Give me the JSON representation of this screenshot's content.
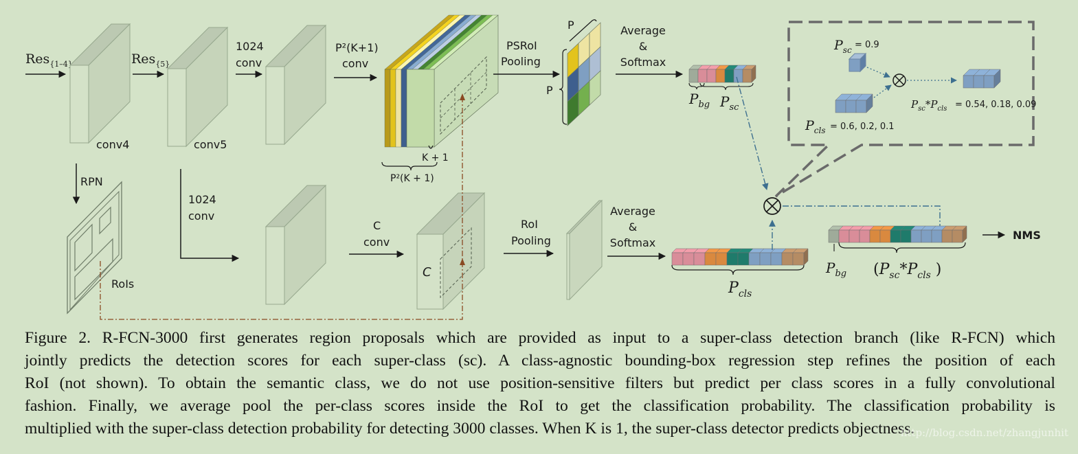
{
  "diagram": {
    "res14": "Res",
    "res14_sub": "{1–4}",
    "res5": "Res",
    "res5_sub": "{5}",
    "conv4": "conv4",
    "conv5": "conv5",
    "conv1024_top_a": "1024",
    "conv1024_top_b": "conv",
    "p2k1_a": "P²(K+1)",
    "p2k1_b": "conv",
    "k_plus_1": "K + 1",
    "p2k1_bottom": "P²(K + 1)",
    "psroi_a": "PSRoI",
    "psroi_b": "Pooling",
    "p_top": "P",
    "p_left": "P",
    "avg_top_a": "Average",
    "avg_top_b": "&",
    "avg_top_c": "Softmax",
    "p_bg": "P",
    "p_bg_sub": "bg",
    "p_sc": "P",
    "p_sc_sub": "sc",
    "inset_psc": "P",
    "inset_psc_sub": "sc",
    "inset_psc_val": "= 0.9",
    "inset_pcls": "P",
    "inset_pcls_sub": "cls",
    "inset_pcls_val": "= 0.6, 0.2, 0.1",
    "inset_prod_a": "P",
    "inset_prod_a_sub": "sc",
    "inset_prod_star": "*",
    "inset_prod_b": "P",
    "inset_prod_b_sub": "cls",
    "inset_prod_val": "= 0.54, 0.18, 0.09",
    "rpn": "RPN",
    "rois": "RoIs",
    "conv1024_bot_a": "1024",
    "conv1024_bot_b": "conv",
    "c_conv_a": "C",
    "c_conv_b": "conv",
    "c_label": "C",
    "roi_a": "RoI",
    "roi_b": "Pooling",
    "avg_bot_a": "Average",
    "avg_bot_b": "&",
    "avg_bot_c": "Softmax",
    "p_cls": "P",
    "p_cls_sub": "cls",
    "p_bg2": "P",
    "p_bg2_sub": "bg",
    "prod_open": "(",
    "prod_psc": "P",
    "prod_psc_sub": "sc",
    "prod_star": "*",
    "prod_pcls": "P",
    "prod_pcls_sub": "cls",
    "prod_close": " )",
    "nms": "NMS"
  },
  "caption": [
    "Figure 2. R-FCN-3000 first generates region proposals which are provided as input to a super-class detection branch (like R-FCN) which",
    "jointly predicts the detection scores for each super-class (sc).  A class-agnostic bounding-box regression step refines the position of each",
    "RoI (not shown). To obtain the semantic class, we do not use position-sensitive filters but predict per class scores in a fully convolutional",
    "fashion.  Finally, we average pool the per-class scores inside the RoI to get the classification probability.  The classification probability is",
    "multiplied with the super-class detection probability for detecting 3000 classes. When K is 1, the super-class detector predicts objectness."
  ],
  "watermark": "http://blog.csdn.net/zhangjunhit",
  "colors": {
    "background": "#d4e3c8",
    "block_face": "#d2e0c6",
    "block_top": "#bcc9b2",
    "block_edge": "#97a88e",
    "pink": "#d98d99",
    "orange": "#d9893f",
    "teal": "#1f7b6b",
    "blue": "#7f9fc2",
    "tan": "#b58c64",
    "gray": "#9fab9a",
    "dark_yellow": "#b89a1a",
    "yellow": "#e3c31c",
    "pale_yellow": "#eee4a2",
    "navy": "#3e5f8e",
    "light_blue": "#aebfd4",
    "dark_green": "#3f7a2e",
    "green": "#74b04e",
    "pale_green": "#c2dba9"
  }
}
